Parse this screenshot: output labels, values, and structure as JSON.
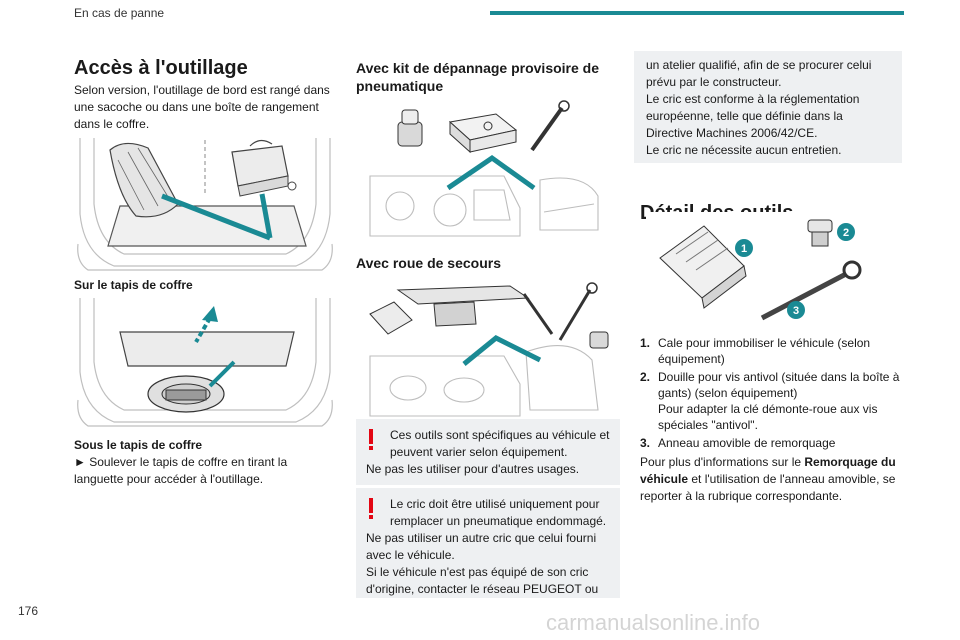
{
  "header": {
    "title": "En cas de panne"
  },
  "page_number": "176",
  "section": {
    "title": "Accès à l'outillage",
    "intro": "Selon version, l'outillage de bord est rangé dans une sacoche ou dans une boîte de rangement dans le coffre.",
    "caption_1": "Sur le tapis de coffre",
    "caption_2": "Sous le tapis de coffre",
    "step_arrow": "►",
    "step_text": "Soulever le tapis de coffre en tirant la languette pour accéder à l'outillage."
  },
  "column2": {
    "kit_title": "Avec kit de dépannage provisoire de pneumatique",
    "spare_title": "Avec roue de secours",
    "warning_1": {
      "line_1": "Ces outils sont spécifiques au véhicule et peuvent varier selon équipement.",
      "line_2": "Ne pas les utiliser pour d'autres usages."
    },
    "warning_2": {
      "line_1": "Le cric doit être utilisé uniquement pour remplacer un pneumatique endommagé.",
      "line_2": "Ne pas utiliser un autre cric que celui fourni avec le véhicule.",
      "line_3": "Si le véhicule n'est pas équipé de son cric d'origine, contacter le réseau PEUGEOT ou"
    }
  },
  "column3": {
    "note_1": "un atelier qualifié, afin de se procurer celui prévu par le constructeur.",
    "note_2": "Le cric est conforme à la réglementation européenne, telle que définie dans la Directive Machines 2006/42/CE.",
    "note_3": "Le cric ne nécessite aucun entretien.",
    "detail_title": "Détail des outils",
    "badges": [
      "1",
      "2",
      "3"
    ],
    "items": [
      {
        "num": "1.",
        "text": "Cale pour immobiliser le véhicule (selon équipement)"
      },
      {
        "num": "2.",
        "text": "Douille pour vis antivol (située dans la boîte à gants) (selon équipement)",
        "extra": "Pour adapter la clé démonte-roue aux vis spéciales \"antivol\"."
      },
      {
        "num": "3.",
        "text": "Anneau amovible de remorquage"
      }
    ],
    "more_prefix": "Pour plus d'informations sur le ",
    "more_bold": "Remorquage du véhicule",
    "more_suffix": " et l'utilisation de l'anneau amovible, se reporter à la rubrique correspondante."
  },
  "watermark": "carmanualsonline.info",
  "colors": {
    "accent": "#1a8a94",
    "warning": "#e30613",
    "box": "#eef0f2"
  }
}
